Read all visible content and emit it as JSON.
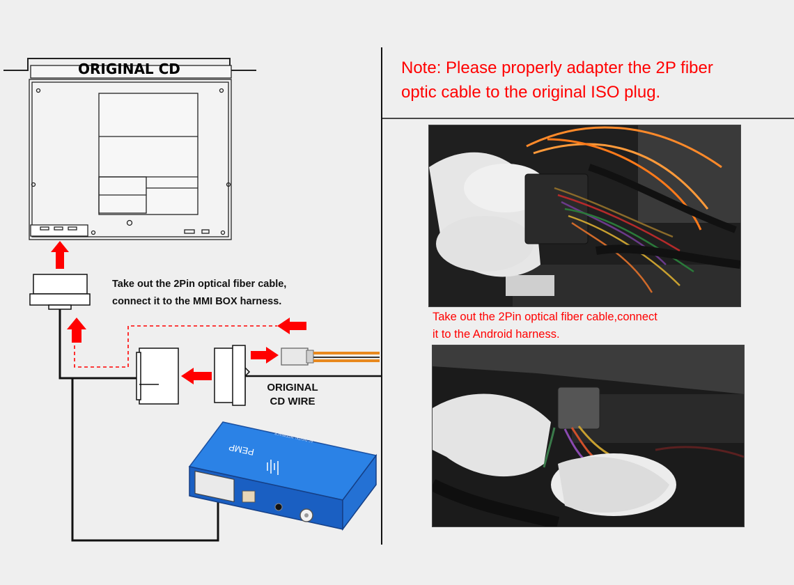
{
  "note": {
    "line1": "Note: Please properly adapter the 2P fiber",
    "line2": "optic cable to the original ISO plug."
  },
  "diagram": {
    "cd_title": "ORIGINAL CD",
    "mmi_caption_line1": "Take out the 2Pin optical fiber cable,",
    "mmi_caption_line2": "connect it to the MMI BOX harness.",
    "wire_label_line1": "ORIGINAL",
    "wire_label_line2": "CD WIRE",
    "box_brand": "PEMP",
    "box_small_text": "AC DIGITAL INTERFACE"
  },
  "photos": {
    "android_caption_line1": "Take out the 2Pin optical fiber cable,connect",
    "android_caption_line2": "it to the Android harness."
  },
  "colors": {
    "accent_red": "#ff0000",
    "box_blue": "#1f6fd0",
    "line_black": "#111111",
    "background": "#efefef"
  }
}
